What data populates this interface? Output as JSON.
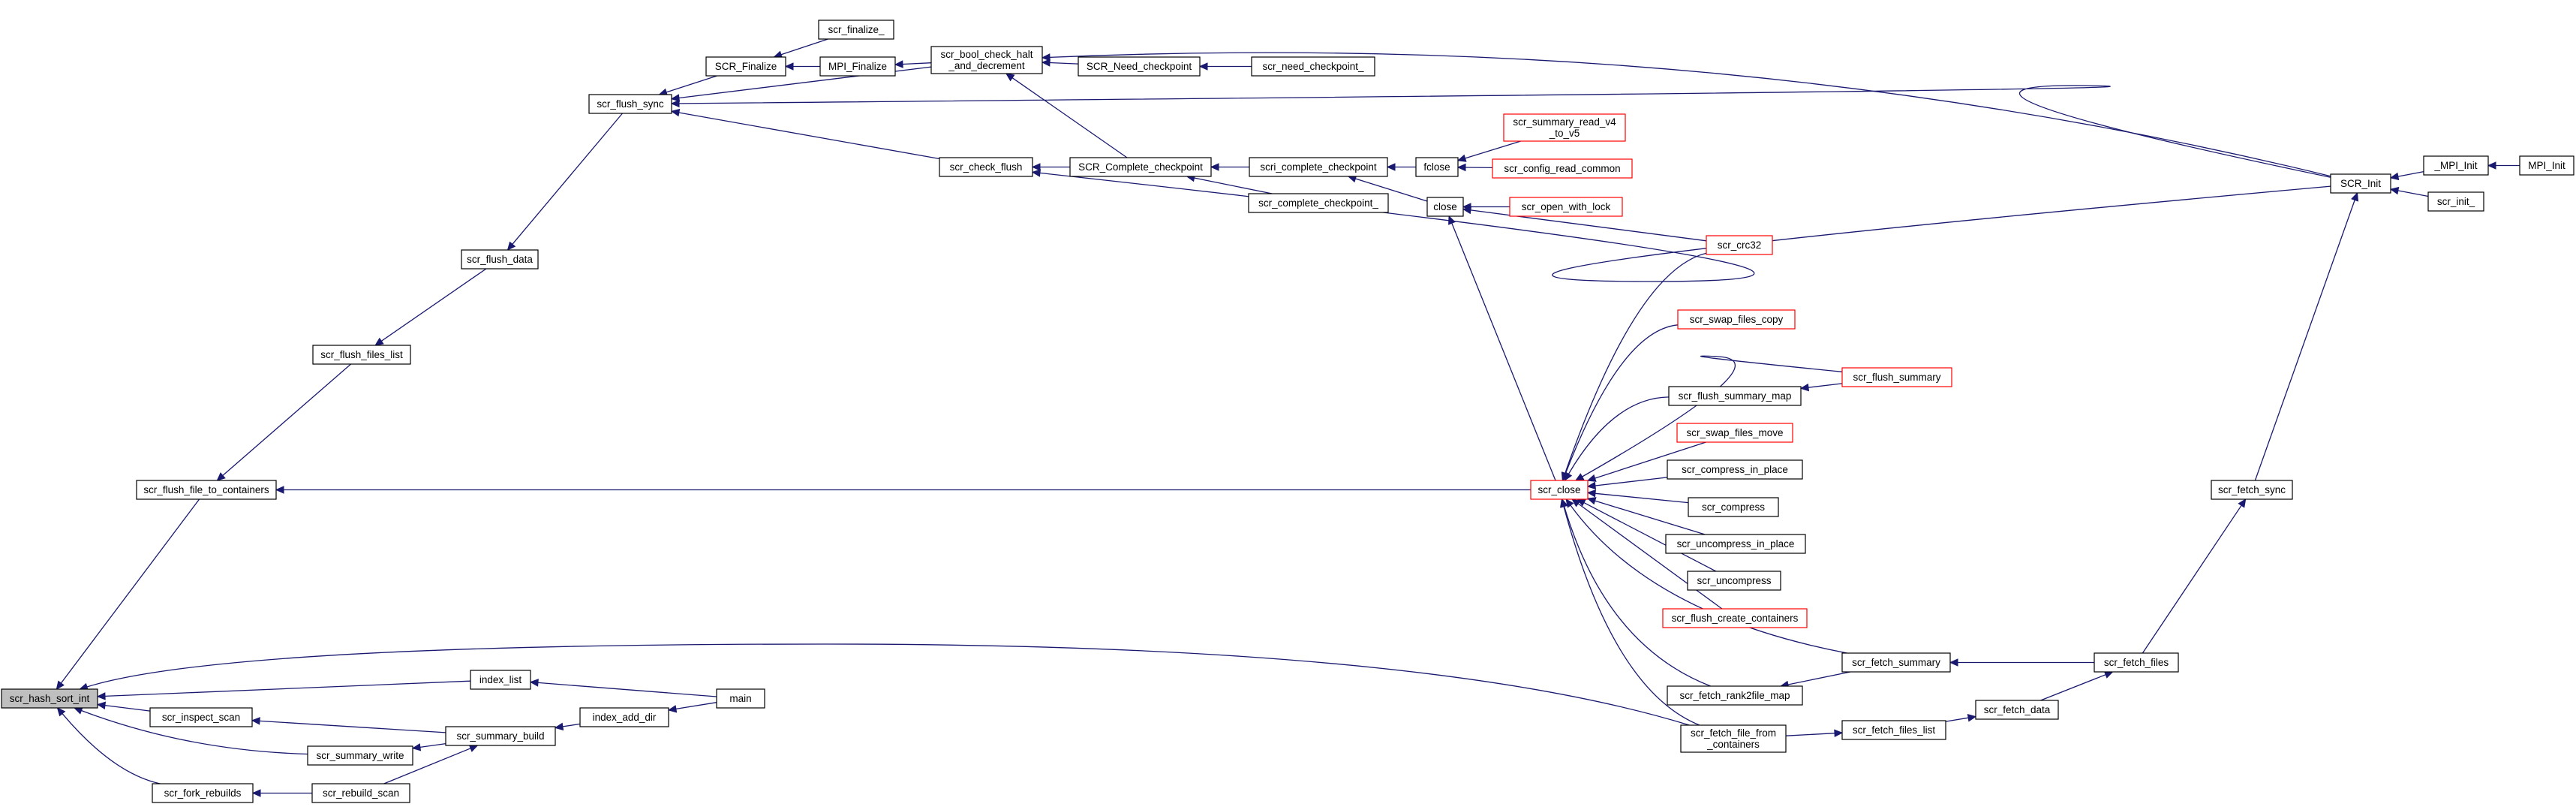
{
  "colors": {
    "edge": "#191970",
    "node_border": "#000000",
    "truncated_border": "#ff0000",
    "root_fill": "#bfbfbf",
    "node_fill": "#ffffff"
  },
  "nodes": [
    {
      "id": "hash_sort_int",
      "lines": [
        "scr_hash_sort_int"
      ],
      "style": "root"
    },
    {
      "id": "flush_file_to_containers",
      "lines": [
        "scr_flush_file_to_containers"
      ],
      "style": "normal"
    },
    {
      "id": "flush_files_list",
      "lines": [
        "scr_flush_files_list"
      ],
      "style": "normal"
    },
    {
      "id": "flush_data",
      "lines": [
        "scr_flush_data"
      ],
      "style": "normal"
    },
    {
      "id": "flush_sync",
      "lines": [
        "scr_flush_sync"
      ],
      "style": "normal"
    },
    {
      "id": "SCR_Finalize",
      "lines": [
        "SCR_Finalize"
      ],
      "style": "normal"
    },
    {
      "id": "finalize_",
      "lines": [
        "scr_finalize_"
      ],
      "style": "normal"
    },
    {
      "id": "MPI_Finalize",
      "lines": [
        "MPI_Finalize"
      ],
      "style": "normal"
    },
    {
      "id": "bool_check_halt",
      "lines": [
        "scr_bool_check_halt",
        "_and_decrement"
      ],
      "style": "normal"
    },
    {
      "id": "SCR_Need_checkpoint",
      "lines": [
        "SCR_Need_checkpoint"
      ],
      "style": "normal"
    },
    {
      "id": "need_checkpoint_",
      "lines": [
        "scr_need_checkpoint_"
      ],
      "style": "normal"
    },
    {
      "id": "check_flush",
      "lines": [
        "scr_check_flush"
      ],
      "style": "normal"
    },
    {
      "id": "SCR_Complete_checkpoint",
      "lines": [
        "SCR_Complete_checkpoint"
      ],
      "style": "normal"
    },
    {
      "id": "scri_complete_checkpoint",
      "lines": [
        "scri_complete_checkpoint"
      ],
      "style": "normal"
    },
    {
      "id": "complete_checkpoint_",
      "lines": [
        "scr_complete_checkpoint_"
      ],
      "style": "normal"
    },
    {
      "id": "fclose",
      "lines": [
        "fclose"
      ],
      "style": "normal"
    },
    {
      "id": "summary_read_v4",
      "lines": [
        "scr_summary_read_v4",
        "_to_v5"
      ],
      "style": "truncated"
    },
    {
      "id": "config_read_common",
      "lines": [
        "scr_config_read_common"
      ],
      "style": "truncated"
    },
    {
      "id": "close",
      "lines": [
        "close"
      ],
      "style": "normal"
    },
    {
      "id": "open_with_lock",
      "lines": [
        "scr_open_with_lock"
      ],
      "style": "truncated"
    },
    {
      "id": "crc32",
      "lines": [
        "scr_crc32"
      ],
      "style": "truncated"
    },
    {
      "id": "SCR_Init",
      "lines": [
        "SCR_Init"
      ],
      "style": "normal"
    },
    {
      "id": "_MPI_Init",
      "lines": [
        "_MPI_Init"
      ],
      "style": "normal"
    },
    {
      "id": "MPI_Init",
      "lines": [
        "MPI_Init"
      ],
      "style": "normal"
    },
    {
      "id": "init_",
      "lines": [
        "scr_init_"
      ],
      "style": "normal"
    },
    {
      "id": "swap_files_copy",
      "lines": [
        "scr_swap_files_copy"
      ],
      "style": "truncated"
    },
    {
      "id": "flush_summary_map",
      "lines": [
        "scr_flush_summary_map"
      ],
      "style": "normal"
    },
    {
      "id": "flush_summary",
      "lines": [
        "scr_flush_summary"
      ],
      "style": "truncated"
    },
    {
      "id": "swap_files_move",
      "lines": [
        "scr_swap_files_move"
      ],
      "style": "truncated"
    },
    {
      "id": "scr_close",
      "lines": [
        "scr_close"
      ],
      "style": "truncated"
    },
    {
      "id": "compress_in_place",
      "lines": [
        "scr_compress_in_place"
      ],
      "style": "normal"
    },
    {
      "id": "compress",
      "lines": [
        "scr_compress"
      ],
      "style": "normal"
    },
    {
      "id": "uncompress_in_place",
      "lines": [
        "scr_uncompress_in_place"
      ],
      "style": "normal"
    },
    {
      "id": "uncompress",
      "lines": [
        "scr_uncompress"
      ],
      "style": "normal"
    },
    {
      "id": "flush_create_containers",
      "lines": [
        "scr_flush_create_containers"
      ],
      "style": "truncated"
    },
    {
      "id": "fetch_sync",
      "lines": [
        "scr_fetch_sync"
      ],
      "style": "normal"
    },
    {
      "id": "fetch_summary",
      "lines": [
        "scr_fetch_summary"
      ],
      "style": "normal"
    },
    {
      "id": "fetch_files",
      "lines": [
        "scr_fetch_files"
      ],
      "style": "normal"
    },
    {
      "id": "fetch_rank2file_map",
      "lines": [
        "scr_fetch_rank2file_map"
      ],
      "style": "normal"
    },
    {
      "id": "fetch_file_from_containers",
      "lines": [
        "scr_fetch_file_from",
        "_containers"
      ],
      "style": "normal"
    },
    {
      "id": "fetch_files_list",
      "lines": [
        "scr_fetch_files_list"
      ],
      "style": "normal"
    },
    {
      "id": "fetch_data",
      "lines": [
        "scr_fetch_data"
      ],
      "style": "normal"
    },
    {
      "id": "index_list",
      "lines": [
        "index_list"
      ],
      "style": "normal"
    },
    {
      "id": "main",
      "lines": [
        "main"
      ],
      "style": "normal"
    },
    {
      "id": "inspect_scan",
      "lines": [
        "scr_inspect_scan"
      ],
      "style": "normal"
    },
    {
      "id": "summary_build",
      "lines": [
        "scr_summary_build"
      ],
      "style": "normal"
    },
    {
      "id": "index_add_dir",
      "lines": [
        "index_add_dir"
      ],
      "style": "normal"
    },
    {
      "id": "summary_write",
      "lines": [
        "scr_summary_write"
      ],
      "style": "normal"
    },
    {
      "id": "fork_rebuilds",
      "lines": [
        "scr_fork_rebuilds"
      ],
      "style": "normal"
    },
    {
      "id": "rebuild_scan",
      "lines": [
        "scr_rebuild_scan"
      ],
      "style": "normal"
    }
  ],
  "edges": [
    {
      "from": "flush_file_to_containers",
      "to": "hash_sort_int"
    },
    {
      "from": "flush_files_list",
      "to": "flush_file_to_containers"
    },
    {
      "from": "flush_data",
      "to": "flush_files_list"
    },
    {
      "from": "flush_sync",
      "to": "flush_data"
    },
    {
      "from": "SCR_Finalize",
      "to": "flush_sync"
    },
    {
      "from": "bool_check_halt",
      "to": "flush_sync"
    },
    {
      "from": "check_flush",
      "to": "flush_sync"
    },
    {
      "from": "SCR_Init",
      "to": "flush_sync"
    },
    {
      "from": "finalize_",
      "to": "SCR_Finalize"
    },
    {
      "from": "MPI_Finalize",
      "to": "SCR_Finalize"
    },
    {
      "from": "bool_check_halt",
      "to": "MPI_Finalize"
    },
    {
      "from": "SCR_Need_checkpoint",
      "to": "bool_check_halt"
    },
    {
      "from": "SCR_Complete_checkpoint",
      "to": "bool_check_halt"
    },
    {
      "from": "SCR_Init",
      "to": "bool_check_halt"
    },
    {
      "from": "need_checkpoint_",
      "to": "SCR_Need_checkpoint"
    },
    {
      "from": "SCR_Complete_checkpoint",
      "to": "check_flush"
    },
    {
      "from": "SCR_Init",
      "to": "check_flush"
    },
    {
      "from": "scri_complete_checkpoint",
      "to": "SCR_Complete_checkpoint"
    },
    {
      "from": "complete_checkpoint_",
      "to": "SCR_Complete_checkpoint"
    },
    {
      "from": "fclose",
      "to": "scri_complete_checkpoint"
    },
    {
      "from": "close",
      "to": "scri_complete_checkpoint"
    },
    {
      "from": "summary_read_v4",
      "to": "fclose"
    },
    {
      "from": "config_read_common",
      "to": "fclose"
    },
    {
      "from": "open_with_lock",
      "to": "close"
    },
    {
      "from": "crc32",
      "to": "close"
    },
    {
      "from": "scr_close",
      "to": "close"
    },
    {
      "from": "_MPI_Init",
      "to": "SCR_Init"
    },
    {
      "from": "init_",
      "to": "SCR_Init"
    },
    {
      "from": "MPI_Init",
      "to": "_MPI_Init"
    },
    {
      "from": "fetch_sync",
      "to": "SCR_Init"
    },
    {
      "from": "crc32",
      "to": "scr_close"
    },
    {
      "from": "swap_files_copy",
      "to": "scr_close"
    },
    {
      "from": "flush_summary_map",
      "to": "scr_close"
    },
    {
      "from": "flush_summary",
      "to": "scr_close"
    },
    {
      "from": "swap_files_move",
      "to": "scr_close"
    },
    {
      "from": "compress_in_place",
      "to": "scr_close"
    },
    {
      "from": "compress",
      "to": "scr_close"
    },
    {
      "from": "uncompress_in_place",
      "to": "scr_close"
    },
    {
      "from": "uncompress",
      "to": "scr_close"
    },
    {
      "from": "flush_create_containers",
      "to": "scr_close"
    },
    {
      "from": "fetch_summary",
      "to": "scr_close"
    },
    {
      "from": "fetch_rank2file_map",
      "to": "scr_close"
    },
    {
      "from": "fetch_file_from_containers",
      "to": "scr_close"
    },
    {
      "from": "flush_summary",
      "to": "flush_summary_map"
    },
    {
      "from": "scr_close",
      "to": "flush_file_to_containers"
    },
    {
      "from": "fetch_files",
      "to": "fetch_sync"
    },
    {
      "from": "fetch_files",
      "to": "fetch_summary"
    },
    {
      "from": "fetch_summary",
      "to": "fetch_rank2file_map"
    },
    {
      "from": "fetch_data",
      "to": "fetch_files"
    },
    {
      "from": "fetch_files_list",
      "to": "fetch_data"
    },
    {
      "from": "fetch_file_from_containers",
      "to": "fetch_files_list"
    },
    {
      "from": "fetch_file_from_containers",
      "to": "hash_sort_int"
    },
    {
      "from": "index_list",
      "to": "hash_sort_int"
    },
    {
      "from": "main",
      "to": "index_list"
    },
    {
      "from": "inspect_scan",
      "to": "hash_sort_int"
    },
    {
      "from": "summary_build",
      "to": "inspect_scan"
    },
    {
      "from": "summary_write",
      "to": "hash_sort_int"
    },
    {
      "from": "summary_build",
      "to": "summary_write"
    },
    {
      "from": "index_add_dir",
      "to": "summary_build"
    },
    {
      "from": "main",
      "to": "index_add_dir"
    },
    {
      "from": "rebuild_scan",
      "to": "summary_build"
    },
    {
      "from": "fork_rebuilds",
      "to": "hash_sort_int"
    },
    {
      "from": "rebuild_scan",
      "to": "fork_rebuilds"
    }
  ]
}
